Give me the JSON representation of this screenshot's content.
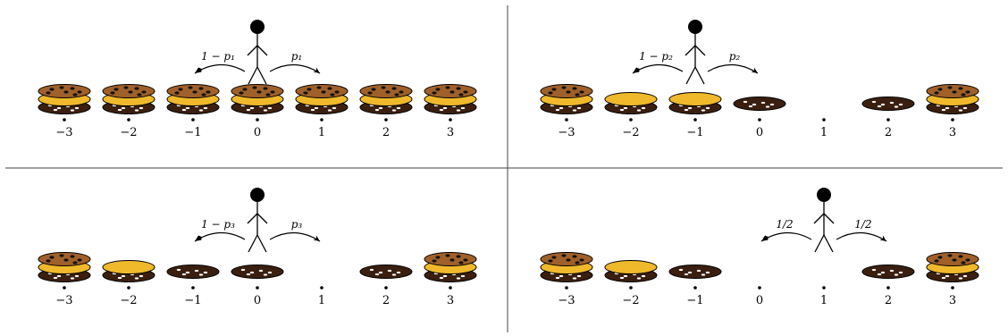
{
  "colors": {
    "cookie_top": "#a0602a",
    "cream": "#f0b92c",
    "cookie_bottom": "#3a1f10",
    "chip_dark": "#111111",
    "chip_light": "#ffffff"
  },
  "panels": [
    {
      "labels": [
        "−3",
        "−2",
        "−1",
        "0",
        "1",
        "2",
        "3"
      ],
      "stacks": [
        "full",
        "full",
        "full",
        "full",
        "full",
        "full",
        "full"
      ],
      "walker_site": 3,
      "prob_left": "1 − p₁",
      "prob_right": "p₁"
    },
    {
      "labels": [
        "−3",
        "−2",
        "−1",
        "0",
        "1",
        "2",
        "3"
      ],
      "stacks": [
        "full",
        "cream",
        "cream",
        "bottom",
        "none",
        "bottom",
        "full"
      ],
      "walker_site": 2,
      "prob_left": "1 − p₂",
      "prob_right": "p₂"
    },
    {
      "labels": [
        "−3",
        "−2",
        "−1",
        "0",
        "1",
        "2",
        "3"
      ],
      "stacks": [
        "full",
        "cream",
        "bottom",
        "bottom",
        "none",
        "bottom",
        "full"
      ],
      "walker_site": 3,
      "prob_left": "1 − p₃",
      "prob_right": "p₃"
    },
    {
      "labels": [
        "−3",
        "−2",
        "−1",
        "0",
        "1",
        "2",
        "3"
      ],
      "stacks": [
        "full",
        "cream",
        "bottom",
        "none",
        "none",
        "bottom",
        "full"
      ],
      "walker_site": 4,
      "prob_left": "1/2",
      "prob_right": "1/2"
    }
  ]
}
